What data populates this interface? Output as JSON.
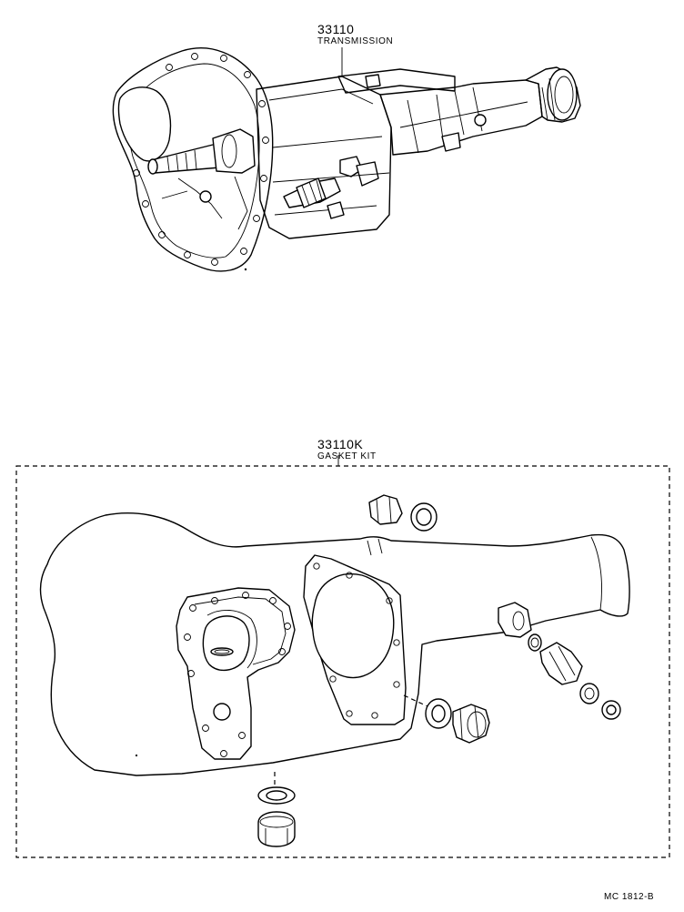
{
  "parts": {
    "transmission": {
      "number": "33110",
      "name": "TRANSMISSION"
    },
    "gasket_kit": {
      "number": "33110K",
      "name": "GASKET KIT"
    }
  },
  "figure_code": "MC 1812-B"
}
